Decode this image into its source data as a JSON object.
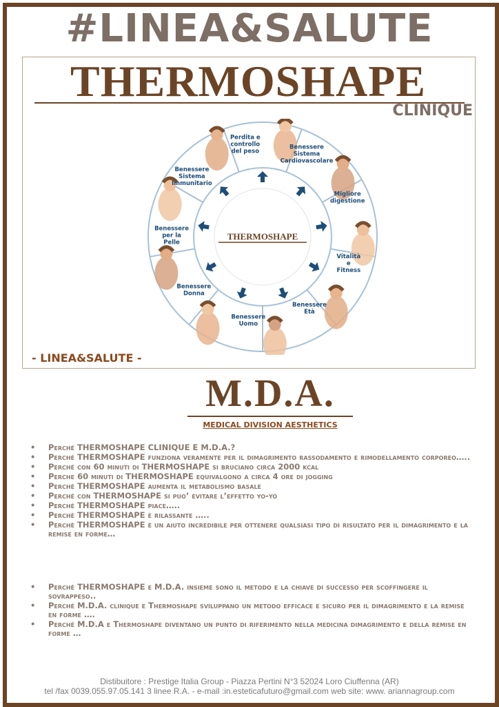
{
  "header": {
    "title": "#LINEA&SALUTE",
    "product": "THERMOSHAPE",
    "subtitle": "CLINIQUE"
  },
  "wheel": {
    "center": "THERMOSHAPE",
    "segments": [
      {
        "l1": "Perdita e",
        "l2": "controllo",
        "l3": "del peso",
        "photo": "woman-jumping-photo"
      },
      {
        "l1": "Benessere",
        "l2": "Sistema",
        "l3": "Cardiovascolare",
        "photo": "couple-dancing-photo"
      },
      {
        "l1": "Migliore",
        "l2": "digestione",
        "l3": "",
        "photo": "woman-eating-photo"
      },
      {
        "l1": "Vitalità",
        "l2": "e",
        "l3": "Fitness",
        "photo": "woman-stretching-photo"
      },
      {
        "l1": "Benessere",
        "l2": "Età",
        "l3": "",
        "photo": "woman-face-photo"
      },
      {
        "l1": "Benessere",
        "l2": "Uomo",
        "l3": "",
        "photo": "man-football-photo"
      },
      {
        "l1": "Benessere",
        "l2": "Donna",
        "l3": "",
        "photo": "woman-relaxing-photo"
      },
      {
        "l1": "Benessere",
        "l2": "per la",
        "l3": "Pelle",
        "photo": "woman-skin-photo"
      },
      {
        "l1": "Benessere",
        "l2": "Sistema",
        "l3": "Immunitario",
        "photo": "woman-back-photo"
      }
    ]
  },
  "badge": "- LINEA&SALUTE -",
  "mda": {
    "title": "M.D.A.",
    "subtitle": "MEDICAL DIVISION AESTHETICS"
  },
  "list1": [
    "Perché  THERMOSHAPE CLINIQUE  E M.D.A.?",
    "Perché THERMOSHAPE  funziona veramente per il dimagrimento rassodamento e rimodellamento corporeo…..",
    "Perché con 60 minuti di THERMOSHAPE si bruciano circa 2000 kcal",
    "Perche  60 minuti di THERMOSHAPE equivalgono a circa  4 ore di jogging",
    "Perché THERMOSHAPE aumenta il metabolismo basale",
    "Perché  con THERMOSHAPE si puo’ evitare  l’effetto yo-yo",
    "Perchè THERMOSHAPE piace…..",
    "Perchè  THERMOSHAPE è rilassante …..",
    "Perchè  THERMOSHAPE è un aiuto incredibile per ottenere qualsiasi tipo di risultato per il dimagrimento e la remise en forme…"
  ],
  "list2": [
    "Perché  THERMOSHAPE e M.D.A. insieme sono il metodo e la chiave di successo per scoffingere il sovrappeso..",
    "Perché  M.D.A. clinique  e Thermoshape sviluppano un metodo efficace e sicuro per il dimagrimento e la remise en forme ….",
    "Perché M.D.A e Thermoshape diventano un punto di riferimento nella medicina dimagrimento e della remise en forme …"
  ],
  "footer": {
    "line1": "Distibuitore  :  Prestige  Italia Group - Piazza Pertini N°3  52024 Loro Ciuffenna  (AR)",
    "line2": "tel /fax 0039.055.97.05.141 3 linee R.A.  -  e-mail :in.esteticafuturo@gmail.com web site: www. ariannagroup.com"
  },
  "colors": {
    "brown": "#6b4426",
    "taupe": "#7d6e66",
    "wheel_blue": "#1d4e78",
    "ring": "#a7c1d8"
  }
}
